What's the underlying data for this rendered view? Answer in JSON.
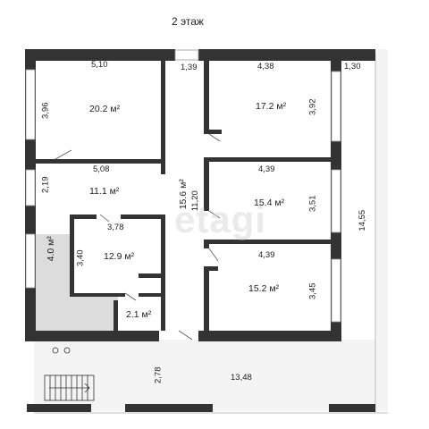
{
  "title": "2 этаж",
  "watermark": "etagi",
  "rooms": [
    {
      "id": "room-1",
      "area": "20.2 м²",
      "width": "5,10",
      "height": "3,96"
    },
    {
      "id": "corridor-top",
      "width": "1,39"
    },
    {
      "id": "room-2",
      "area": "17.2 м²",
      "width": "4,38",
      "height": "3,92"
    },
    {
      "id": "balcony",
      "width": "1,30"
    },
    {
      "id": "hall",
      "area": "11.1 м²",
      "width": "5,08",
      "height": "2,19"
    },
    {
      "id": "corridor",
      "area": "15.6 м²",
      "length": "11,20"
    },
    {
      "id": "room-3",
      "area": "15.4 м²",
      "width": "4,39",
      "height": "3,51"
    },
    {
      "id": "room-4",
      "area": "12.9 м²",
      "width": "3,78",
      "height": "3,40"
    },
    {
      "id": "room-5",
      "area": "4.0 м²"
    },
    {
      "id": "room-6",
      "area": "15.2 м²",
      "width": "4,39",
      "height": "3,45"
    },
    {
      "id": "room-7",
      "area": "2.1 м²"
    },
    {
      "id": "terrace",
      "width": "13,48",
      "height": "2,78"
    }
  ],
  "overall_height": "14,55",
  "colors": {
    "wall": "#333333",
    "fill": "#dcdcdc",
    "terrace": "#f4f4f4",
    "window": "#9a9a9a"
  }
}
